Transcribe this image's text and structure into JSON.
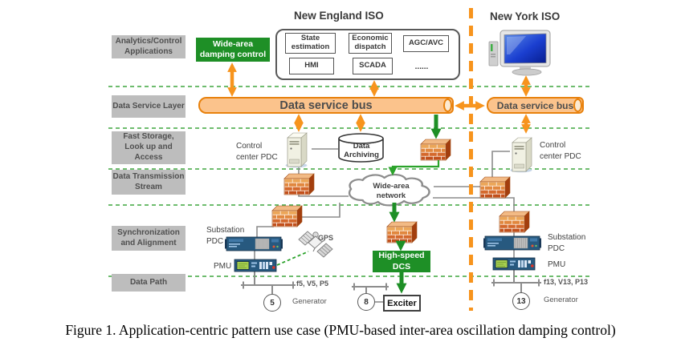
{
  "colors": {
    "green": "#1E8F26",
    "orange": "#F7941D",
    "bus-fill": "#FBC38C",
    "bus-border": "#E8810C",
    "label-gray": "#BDBDBD",
    "label-text": "#4F4F4F",
    "line-gray": "#8C8C8C",
    "dash-green": "#3FA53F"
  },
  "layer_rail": {
    "items": [
      {
        "label": "Analytics/Control\nApplications"
      },
      {
        "label": "Data Service Layer"
      },
      {
        "label": "Fast Storage,\nLook up and\nAccess"
      },
      {
        "label": "Data Transmission\nStream"
      },
      {
        "label": "Synchronization\nand Alignment"
      },
      {
        "label": "Data Path"
      }
    ]
  },
  "new_england": {
    "title": "New England ISO",
    "apps": {
      "state_estimation": "State\nestimation",
      "economic_dispatch": "Economic\ndispatch",
      "agc_avc": "AGC/AVC",
      "hmi": "HMI",
      "scada": "SCADA",
      "more": "......"
    },
    "damping_control": "Wide-area\ndamping control",
    "bus_label": "Data service bus",
    "control_center_pdc": "Control\ncenter PDC",
    "data_archiving": "Data\nArchiving",
    "substation_pdc": "Substation\nPDC",
    "pmu": "PMU",
    "gps": "GPS",
    "measurements": "f5, V5, P5",
    "generator_label": "Generator",
    "generator_id": "5"
  },
  "wan": {
    "label": "Wide-area\nnetwork"
  },
  "control_chain": {
    "high_speed_dcs": "High-speed\nDCS",
    "exciter": "Exciter",
    "generator_id": "8"
  },
  "new_york": {
    "title": "New York  ISO",
    "bus_label": "Data service bus",
    "control_center_pdc": "Control\ncenter PDC",
    "substation_pdc": "Substation\nPDC",
    "pmu": "PMU",
    "measurements": "f13, V13, P13",
    "generator_label": "Generator",
    "generator_id": "13"
  },
  "caption": "Figure 1. Application-centric pattern use case (PMU-based inter-area oscillation damping control)"
}
